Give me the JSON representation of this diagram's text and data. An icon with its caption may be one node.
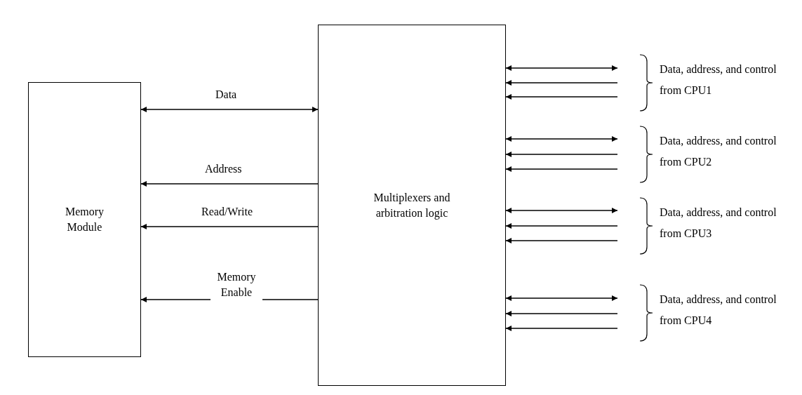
{
  "diagram": {
    "nodes": [
      {
        "text": [
          "Memory Module"
        ]
      },
      {
        "text": [
          "Multiplexers and arbitration logic"
        ]
      }
    ],
    "edges": [
      {
        "from": 0,
        "to": 1,
        "arrow": "both",
        "label": "Data"
      },
      {
        "from": 1,
        "to": 0,
        "arrow": "to",
        "label": "Address"
      },
      {
        "from": 1,
        "to": 0,
        "arrow": "to",
        "label": "Read/Write"
      },
      {
        "from": 1,
        "to": 0,
        "arrow": "to",
        "label": "Memory Enable"
      },
      {
        "from": 1,
        "to": null,
        "arrow": "both"
      },
      {
        "from": null,
        "to": 1,
        "arrow": "to"
      },
      {
        "from": null,
        "to": 1,
        "arrow": "to"
      },
      {
        "from": 1,
        "to": null,
        "arrow": "both"
      },
      {
        "from": null,
        "to": 1,
        "arrow": "to"
      },
      {
        "from": null,
        "to": 1,
        "arrow": "to"
      },
      {
        "from": 1,
        "to": null,
        "arrow": "both"
      },
      {
        "from": null,
        "to": 1,
        "arrow": "to"
      },
      {
        "from": null,
        "to": 1,
        "arrow": "to"
      },
      {
        "from": 1,
        "to": null,
        "arrow": "both"
      },
      {
        "from": null,
        "to": 1,
        "arrow": "to"
      },
      {
        "from": null,
        "to": 1,
        "arrow": "to"
      }
    ],
    "labels": [
      "Data, address, and control from CPU1",
      "Data, address, and control from CPU2",
      "Data, address, and control from CPU3",
      "Data, address, and control from CPU4"
    ]
  }
}
